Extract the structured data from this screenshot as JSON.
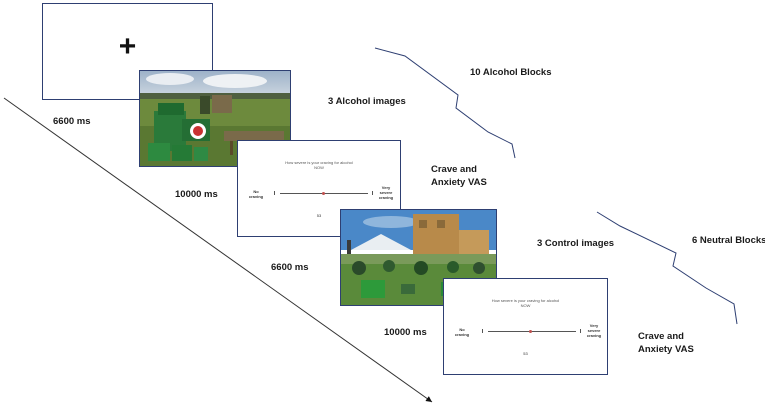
{
  "fixation": {
    "symbol": "+"
  },
  "timings": [
    "6600 ms",
    "10000 ms",
    "6600 ms",
    "10000 ms"
  ],
  "labels": {
    "alcohol_images": "3 Alcohol images",
    "control_images": "3 Control images",
    "vas_line1": "Crave and",
    "vas_line2": "Anxiety VAS",
    "alcohol_blocks": "10 Alcohol Blocks",
    "neutral_blocks": "6 Neutral Blocks"
  },
  "vas": {
    "question": "How severe is your craving for alcohol",
    "subline": "NOW",
    "left_anchor_1": "No",
    "left_anchor_2": "craving",
    "right_anchor_1": "Very",
    "right_anchor_2": "severe",
    "right_anchor_3": "craving",
    "value": "53",
    "level": 0.53
  },
  "colors": {
    "frame_border": "#2e3f72",
    "bracket": "#2e3f72",
    "marker": "#c0504d"
  }
}
